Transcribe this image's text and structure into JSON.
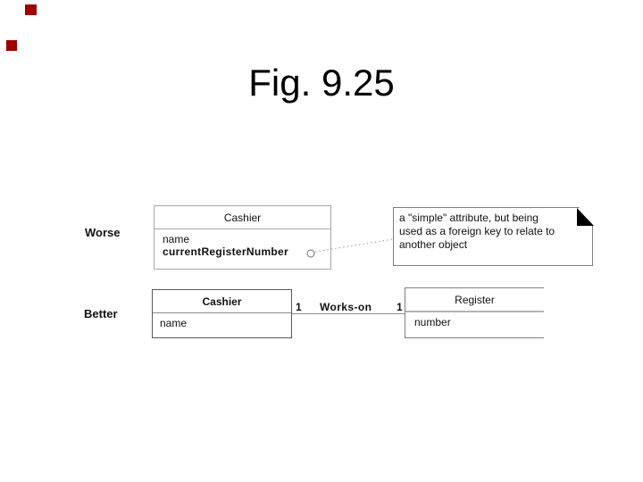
{
  "slide": {
    "title": "Fig. 9.25",
    "decoration_color": "#a00000"
  },
  "diagram": {
    "worse": {
      "label": "Worse",
      "class_box": {
        "title": "Cashier",
        "attr_1": "name",
        "attr_2": "currentRegisterNumber"
      }
    },
    "note": {
      "line_1": "a \"simple\" attribute, but being",
      "line_2": "used as a foreign key to relate to",
      "line_3": "another object"
    },
    "better": {
      "label": "Better",
      "left_class": {
        "title": "Cashier",
        "attr_1": "name"
      },
      "association": {
        "left_multiplicity": "1",
        "name": "Works-on",
        "right_multiplicity": "1"
      },
      "right_class": {
        "title": "Register",
        "attr_1": "number"
      }
    }
  },
  "colors": {
    "note_border": "#808080",
    "fold_corner": "#000000",
    "dotted_link": "#999999",
    "circle_stroke": "#737373"
  }
}
